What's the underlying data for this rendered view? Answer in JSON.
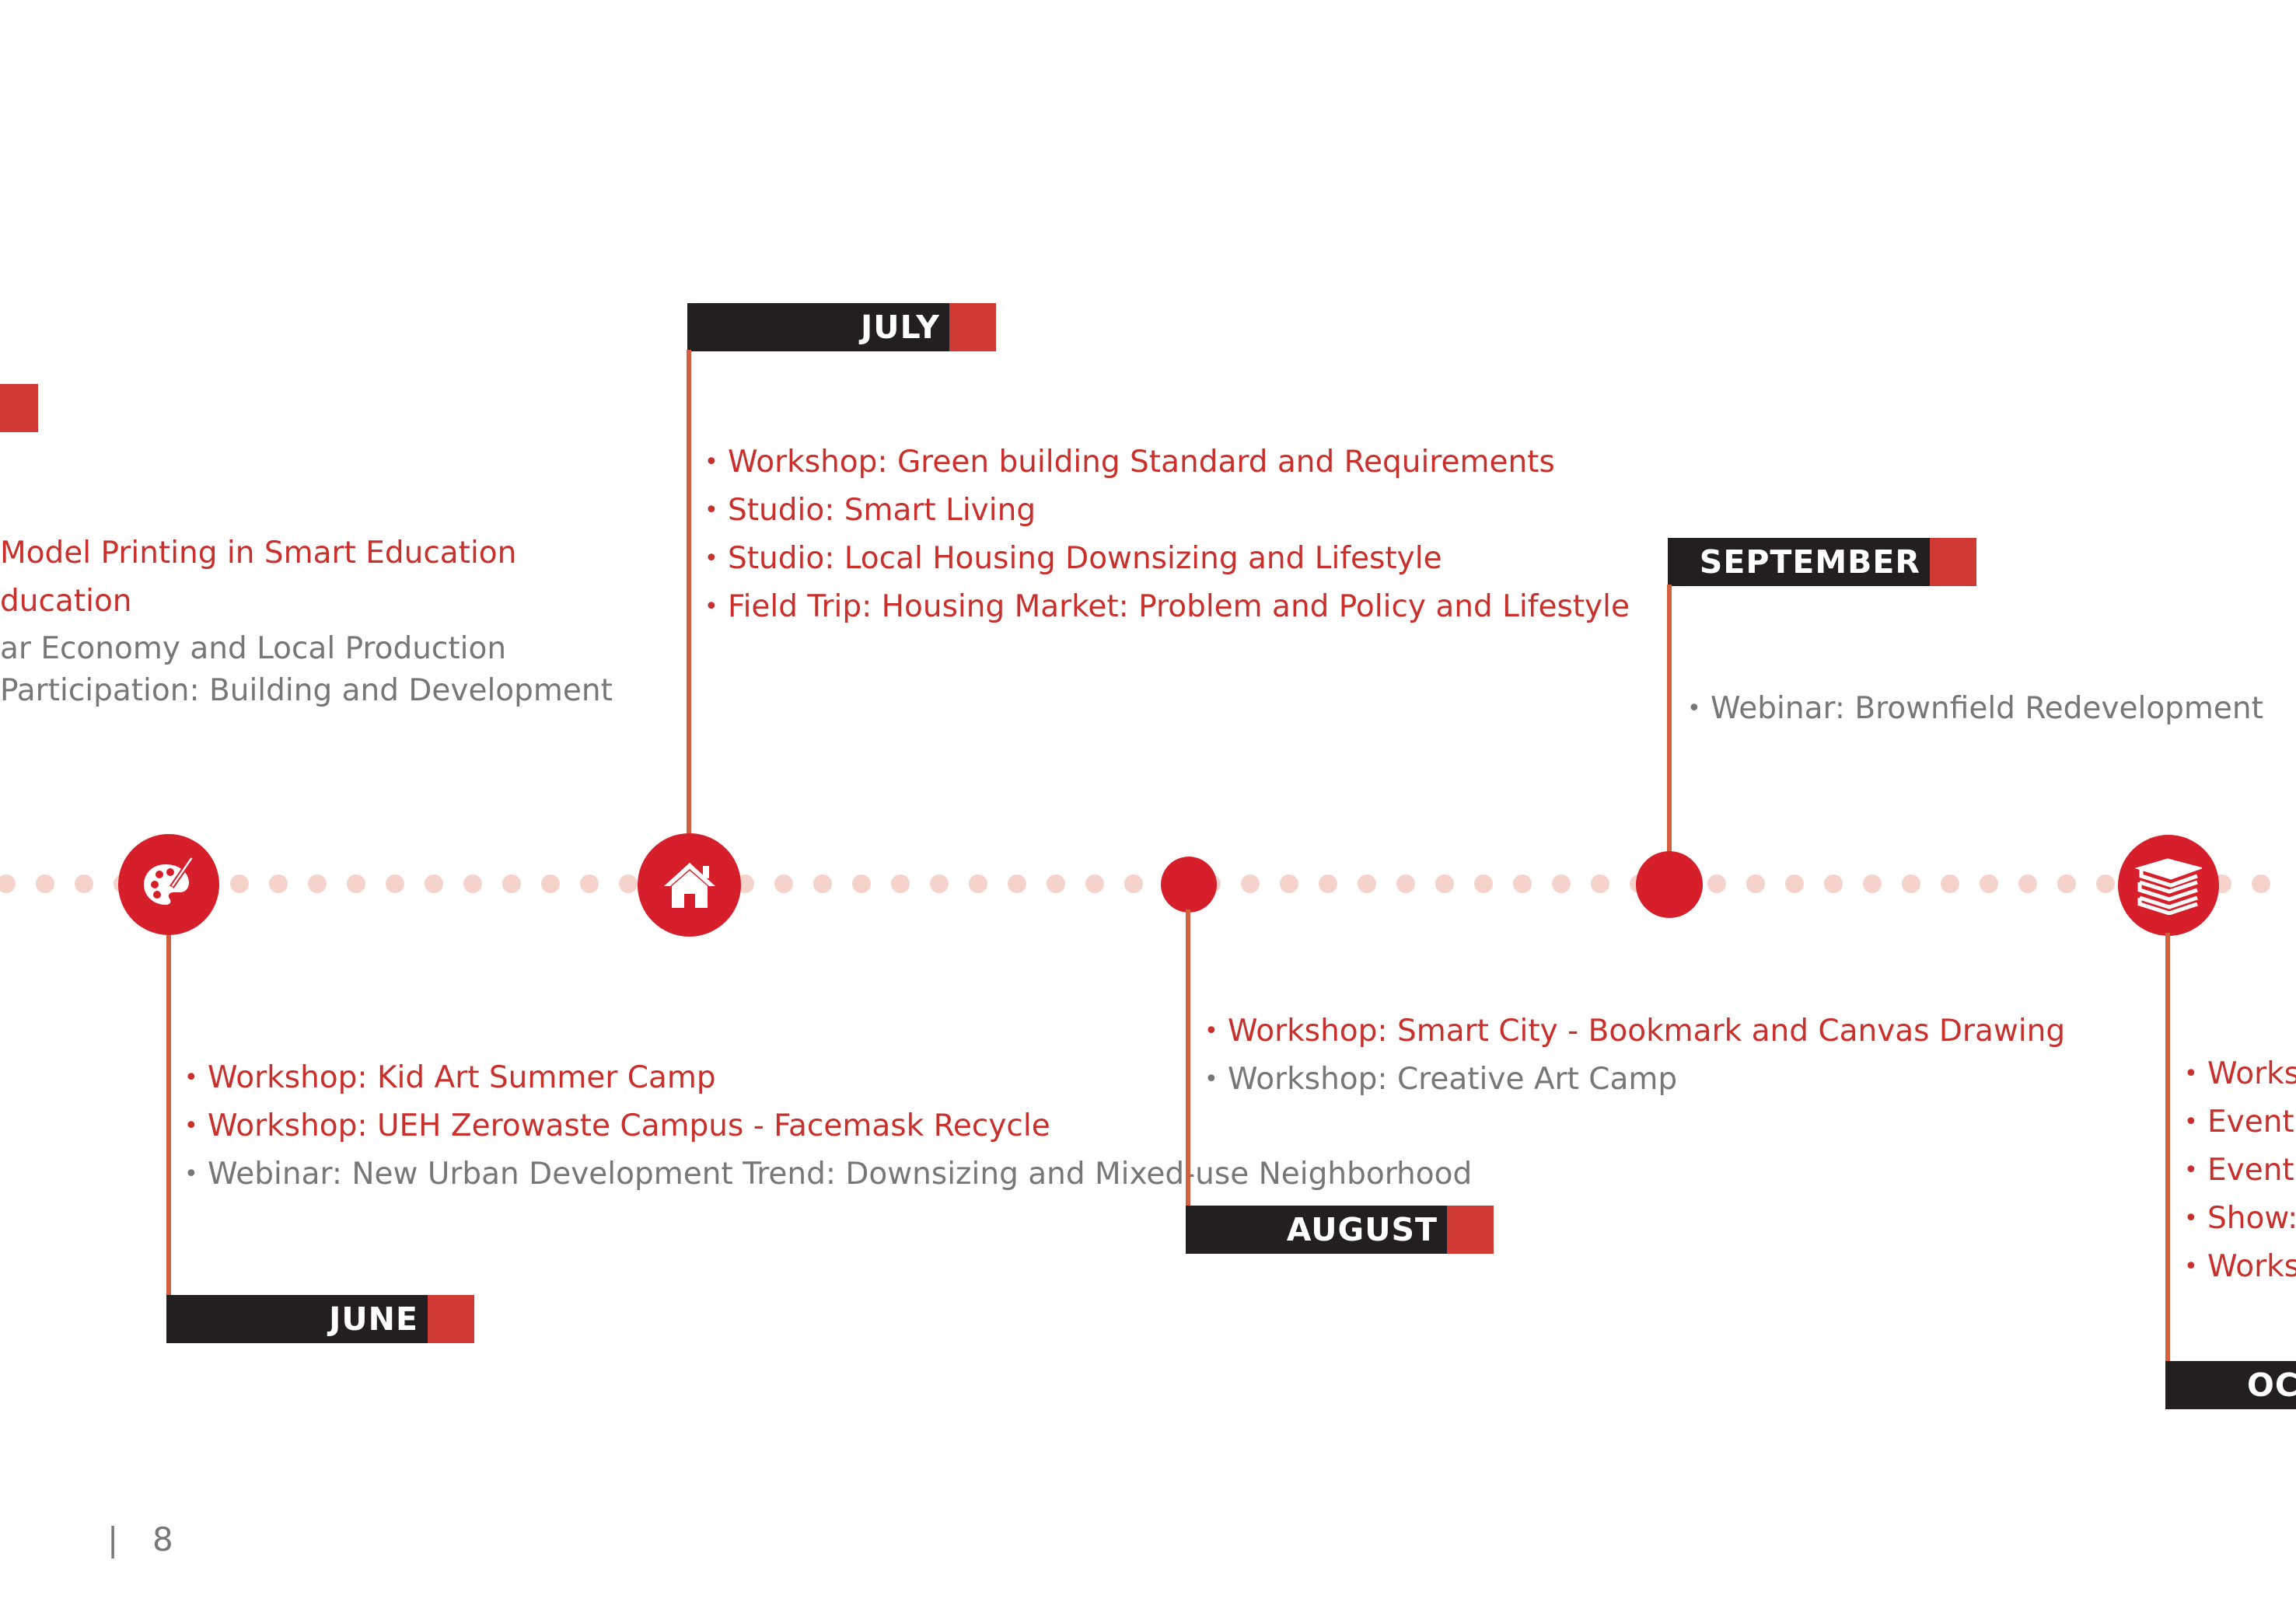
{
  "colors": {
    "accent_red": "#d71f2b",
    "dark": "#231f20",
    "stem": "#d2603f",
    "dot": "#f5d3cb",
    "gray_text": "#777777",
    "red_text": "#c9302c"
  },
  "left_partial": {
    "items": [
      {
        "text": "Model Printing in Smart Education",
        "status": "red"
      },
      {
        "text": "ducation",
        "status": "red"
      },
      {
        "text": "ar Economy and Local Production",
        "status": "gray"
      },
      {
        "text": "Participation: Building and Development",
        "status": "gray"
      }
    ]
  },
  "months": {
    "june": {
      "label": "JUNE",
      "icon": "palette-icon",
      "items": [
        {
          "text": "Workshop: Kid Art Summer Camp",
          "status": "red"
        },
        {
          "text": "Workshop: UEH Zerowaste Campus - Facemask Recycle",
          "status": "red"
        },
        {
          "text": "Webinar: New Urban Development Trend: Downsizing and Mixed-use Neighborhood",
          "status": "gray"
        }
      ]
    },
    "july": {
      "label": "JULY",
      "icon": "house-icon",
      "items": [
        {
          "text": "Workshop: Green building Standard and Requirements",
          "status": "red"
        },
        {
          "text": "Studio: Smart Living",
          "status": "red"
        },
        {
          "text": "Studio: Local Housing Downsizing and Lifestyle",
          "status": "red"
        },
        {
          "text": "Field Trip: Housing Market: Problem and Policy and Lifestyle",
          "status": "red"
        }
      ]
    },
    "august": {
      "label": "AUGUST",
      "items": [
        {
          "text": "Workshop: Smart City - Bookmark and Canvas Drawing",
          "status": "red"
        },
        {
          "text": "Workshop: Creative Art Camp",
          "status": "gray"
        }
      ]
    },
    "september": {
      "label": "SEPTEMBER",
      "items": [
        {
          "text": "Webinar: Brownfield Redevelopment",
          "status": "gray"
        }
      ]
    },
    "october": {
      "label": "OC",
      "icon": "books-icon",
      "items": [
        {
          "text": "Works",
          "status": "red"
        },
        {
          "text": "Event:",
          "status": "red"
        },
        {
          "text": "Event:",
          "status": "red"
        },
        {
          "text": "Show:",
          "status": "red"
        },
        {
          "text": "Works",
          "status": "red"
        }
      ]
    }
  },
  "footer": {
    "separator": "|",
    "page_number": "8"
  }
}
